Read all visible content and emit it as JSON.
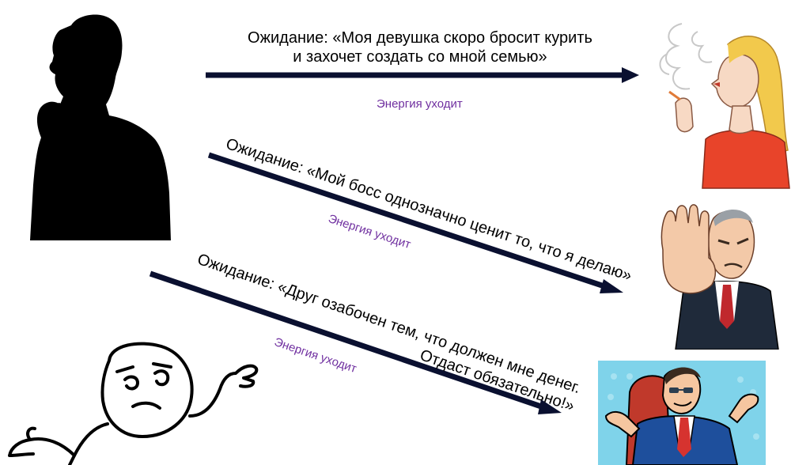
{
  "rows": [
    {
      "expectation": [
        "Ожидание: «Моя девушка скоро бросит курить",
        "и захочет создать со мной семью»"
      ],
      "energy": "Энергия уходит"
    },
    {
      "expectation": [
        "Ожидание: «Мой босс однозначно ценит то, что я делаю»"
      ],
      "energy": "Энергия уходит"
    },
    {
      "expectation": [
        "Ожидание: «Друг озабочен тем, что должен мне денег.",
        "Отдаст обязательно!»"
      ],
      "energy": "Энергия уходит"
    }
  ],
  "colors": {
    "arrow": "#0a1030",
    "energy": "#7030a0",
    "popart_bg": "#7fd3ea"
  }
}
